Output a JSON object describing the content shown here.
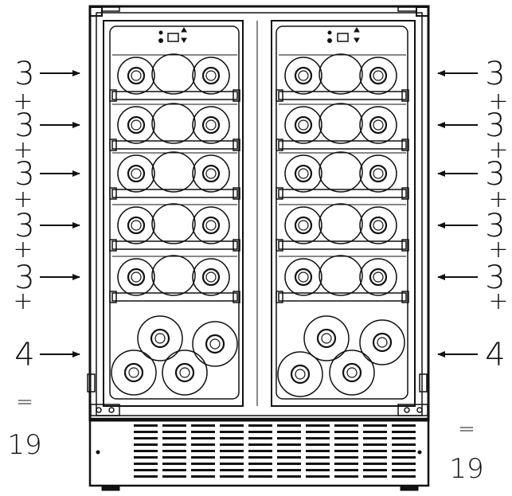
{
  "left_labels": [
    {
      "count": "3",
      "op": "+"
    },
    {
      "count": "3",
      "op": "+"
    },
    {
      "count": "3",
      "op": "+"
    },
    {
      "count": "3",
      "op": "+"
    },
    {
      "count": "3",
      "op": "+"
    },
    {
      "count": "4",
      "op": ""
    }
  ],
  "right_labels": [
    {
      "count": "3",
      "op": "+"
    },
    {
      "count": "3",
      "op": "+"
    },
    {
      "count": "3",
      "op": "+"
    },
    {
      "count": "3",
      "op": "+"
    },
    {
      "count": "3",
      "op": "+"
    },
    {
      "count": "4",
      "op": ""
    }
  ],
  "total_left": {
    "equals": "=",
    "value": "19"
  },
  "total_right": {
    "equals": "=",
    "value": "19"
  }
}
